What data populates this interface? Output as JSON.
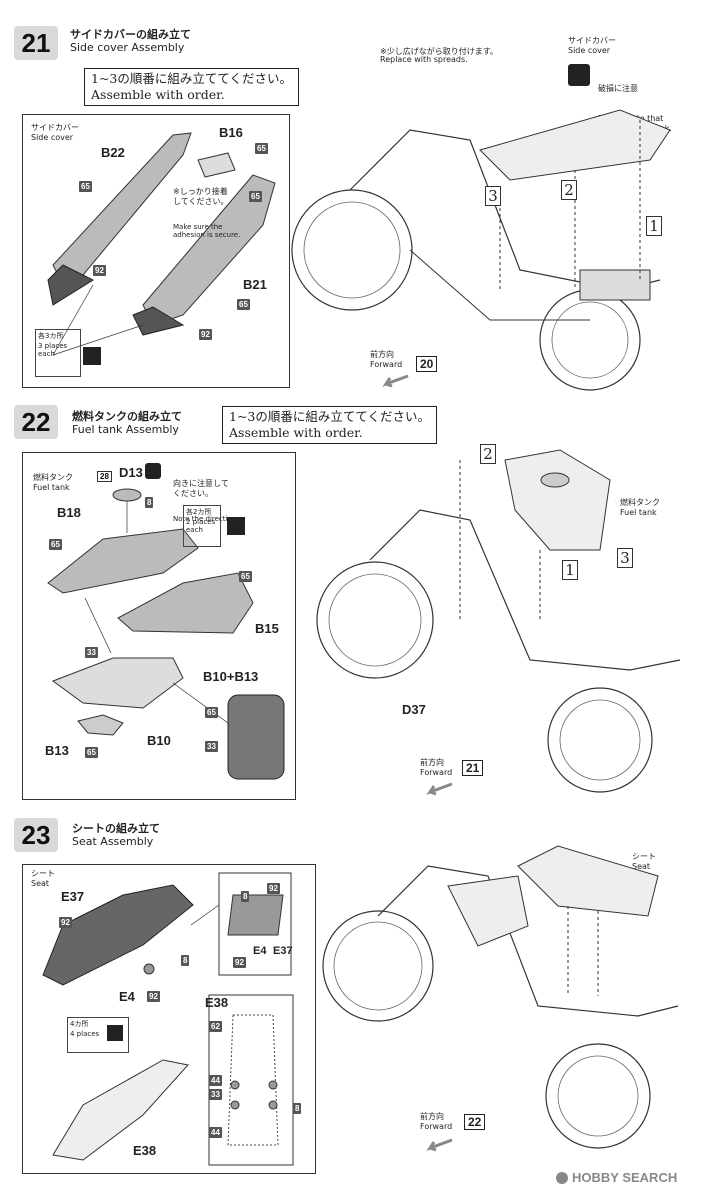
{
  "steps": [
    {
      "number": "21",
      "title_jp": "サイドカバーの組み立て",
      "title_en": "Side cover Assembly",
      "order_jp": "1~3の順番に組み立ててください。",
      "order_en": "Assemble with order.",
      "panel_label_jp": "サイドカバー",
      "panel_label_en": "Side cover",
      "parts": [
        "B22",
        "B16",
        "B21"
      ],
      "codes": [
        "65",
        "65",
        "65",
        "65",
        "92",
        "92"
      ],
      "adhesion_jp": "※しっかり接着\nしてください。",
      "adhesion_en": "Make sure the\nadhesion is secure.",
      "places_jp": "各3カ所",
      "places_en": "3 places\neach",
      "spread_jp": "※少し広げながら取り付けます。",
      "spread_en": "Replace with spreads.",
      "right_label_jp": "サイドカバー",
      "right_label_en": "Side cover",
      "break_jp": "破損に注意",
      "break_en": "Please note that\nit is easy to break.",
      "forward_jp": "前方向",
      "forward_en": "Forward",
      "ref": "20",
      "step_markers": [
        "1",
        "2",
        "3"
      ]
    },
    {
      "number": "22",
      "title_jp": "燃料タンクの組み立て",
      "title_en": "Fuel tank Assembly",
      "order_jp": "1~3の順番に組み立ててください。",
      "order_en": "Assemble with order.",
      "panel_label_jp": "燃料タンク",
      "panel_label_en": "Fuel tank",
      "parts": [
        "D13",
        "B18",
        "B15",
        "B13",
        "B10",
        "B10+B13"
      ],
      "codes": [
        "28",
        "8",
        "65",
        "65",
        "33",
        "65",
        "65",
        "33"
      ],
      "note_jp": "向きに注意して\nください。",
      "note_en": "Note the direction.",
      "places_jp": "各2カ所",
      "places_en": "2 places\neach",
      "right_label_jp": "燃料タンク",
      "right_label_en": "Fuel tank",
      "part_d37": "D37",
      "forward_jp": "前方向",
      "forward_en": "Forward",
      "ref": "21",
      "step_markers": [
        "2",
        "1",
        "3"
      ]
    },
    {
      "number": "23",
      "title_jp": "シートの組み立て",
      "title_en": "Seat Assembly",
      "panel_label_jp": "シート",
      "panel_label_en": "Seat",
      "parts": [
        "E37",
        "E4",
        "E38",
        "E38"
      ],
      "codes": [
        "92",
        "8",
        "92",
        "8",
        "92",
        "92",
        "62",
        "44",
        "33",
        "8",
        "44"
      ],
      "detail_parts": [
        "E4",
        "E37"
      ],
      "places_jp": "4カ所",
      "places_en": "4 places",
      "right_label_jp": "シート",
      "right_label_en": "Seat",
      "forward_jp": "前方向",
      "forward_en": "Forward",
      "ref": "22"
    }
  ],
  "watermark": "HOBBY SEARCH"
}
